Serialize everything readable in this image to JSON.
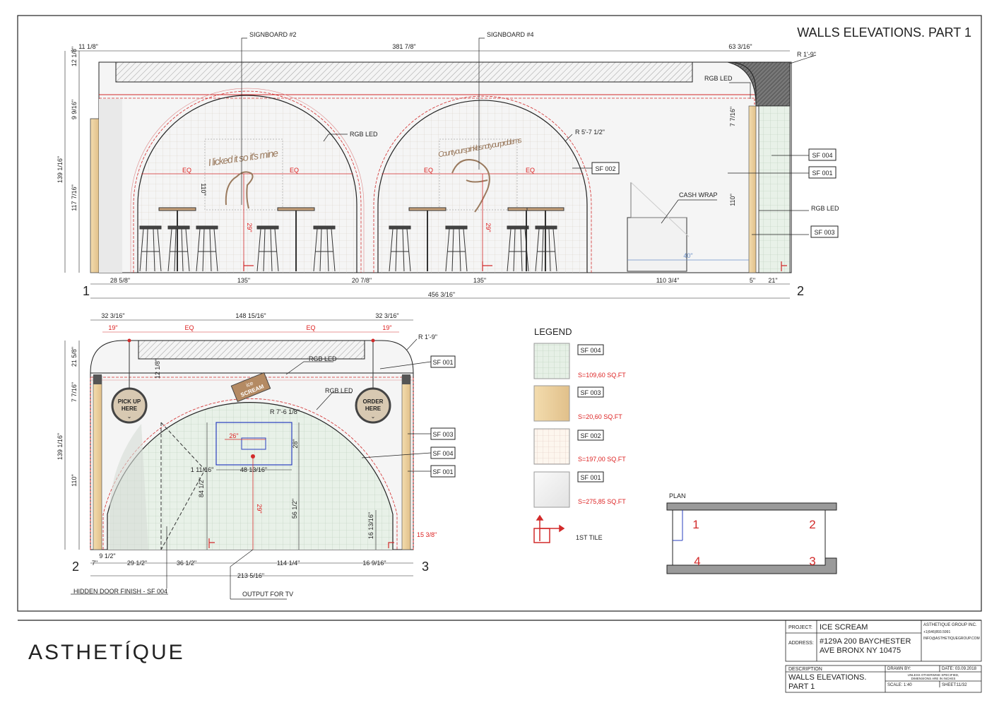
{
  "sheet_title": "WALLS ELEVATIONS. PART 1",
  "elevation1": {
    "signboard_a": "SIGNBOARD #2",
    "signboard_b": "SIGNBOARD #4",
    "neon_a": "I licked it so it's mine",
    "neon_b": "Count your sprinkles not your problems",
    "labels": {
      "rgb_led_arch": "RGB LED",
      "rgb_led_top": "RGB LED",
      "rgb_led_right": "RGB LED",
      "radius_arch": "R 5'-7 1/2\"",
      "radius_corner": "R 1'-9\"",
      "sf002": "SF 002",
      "sf004": "SF 004",
      "sf001": "SF 001",
      "sf003": "SF 003",
      "cash_wrap": "CASH WRAP",
      "eq": "EQ"
    },
    "dims": {
      "top_left": "11 1/8\"",
      "top_mid": "381 7/8\"",
      "top_right": "63 3/16\"",
      "left_1": "12 1/8\"",
      "left_2": "9 9/16\"",
      "left_3": "117 7/16\"",
      "left_total": "139 1/16\"",
      "arch_h": "110\"",
      "right_h": "110\"",
      "right_top": "7 7/16\"",
      "stool": "29\"",
      "counter": "40\"",
      "bot_1": "28 5/8\"",
      "bot_2": "135\"",
      "bot_3": "20 7/8\"",
      "bot_4": "135\"",
      "bot_5": "110 3/4\"",
      "bot_6": "5\"",
      "bot_7": "21\"",
      "bot_total": "456 3/16\""
    },
    "marker_left": "1",
    "marker_right": "2"
  },
  "elevation2": {
    "dims": {
      "top_1": "32 3/16\"",
      "top_2": "148 15/16\"",
      "top_3": "32 3/16\"",
      "red_19a": "19\"",
      "red_19b": "19\"",
      "eq": "EQ",
      "radius_corner": "R 1'-9\"",
      "radius_arch": "R 7'-6 1/8\"",
      "left_1": "21 5/8\"",
      "left_2": "7 7/16\"",
      "left_total": "139 1/16\"",
      "left_arch": "110\"",
      "beam": "12 1/8\"",
      "tv_w": "26\"",
      "tv_h": "28\"",
      "tv_frame": "48 13/16\"",
      "d_1_11": "1 11/16\"",
      "d_84": "84 1/2\"",
      "d_29": "29\"",
      "d_56": "56 1/2\"",
      "d_16": "16 13/16\"",
      "d_15": "15 3/8\"",
      "bot_1": "7\"",
      "bot_2": "9 1/2\"",
      "bot_3": "29 1/2\"",
      "bot_4": "36 1/2\"",
      "bot_5": "114 1/4\"",
      "bot_6": "16 9/16\"",
      "bot_total": "213 5/16\""
    },
    "labels": {
      "rgb_led_a": "RGB LED",
      "rgb_led_b": "RGB LED",
      "sf001_a": "SF 001",
      "sf003": "SF 003",
      "sf004": "SF 004",
      "sf001_b": "SF 001",
      "pickup_1": "PICK UP",
      "pickup_2": "HERE",
      "order_1": "ORDER",
      "order_2": "HERE",
      "logo_1": "ice",
      "logo_2": "SCREAM",
      "hidden_door": "HIDDEN DOOR FINISH - SF 004",
      "output_tv": "OUTPUT FOR TV"
    },
    "marker_left": "2",
    "marker_right": "3"
  },
  "legend": {
    "title": "LEGEND",
    "items": [
      {
        "code": "SF 004",
        "area": "S=109,60 SQ.FT",
        "color": "#e6f0e6"
      },
      {
        "code": "SF 003",
        "area": "S=20,60 SQ.FT",
        "color": "#e9cf9f"
      },
      {
        "code": "SF 002",
        "area": "S=197,00 SQ.FT",
        "color": "#fdf6ee"
      },
      {
        "code": "SF 001",
        "area": "S=275,85 SQ.FT",
        "color": "#efefef"
      }
    ],
    "first_tile": "1ST TILE"
  },
  "plan": {
    "title": "PLAN",
    "n1": "1",
    "n2": "2",
    "n3": "3",
    "n4": "4"
  },
  "titleblock": {
    "logo": "ASTHETÍQUE",
    "project_label": "PROJECT:",
    "project": "ICE SCREAM",
    "address_label": "ADDRESS:",
    "address_1": "#129A 200 BAYCHESTER",
    "address_2": "AVE BRONX NY 10475",
    "company": "ASTHETIQUE GROUP INC.",
    "phone": "+1(646)893.5991",
    "email": "INFO@ASTHETIQUEGROUP.COM",
    "description_label": "DESCRIPTION",
    "description_1": "WALLS ELEVATIONS.",
    "description_2": "PART 1",
    "drawn_by": "DRAWN BY:",
    "date": "DATE: 03.09.2018",
    "note_1": "UNLESS OTHERWISE SPECIFIED,",
    "note_2": "DIMENSIONS ARE IN INCHES",
    "scale": "SCALE:   1:40",
    "sheet": "SHEET:11/32"
  },
  "colors": {
    "accent_red": "#d22a2a",
    "tile_green": "#e6f0e6",
    "tile_cream": "#fdf6ee",
    "wood": "#e9cf9f",
    "wall_grey": "#efefef",
    "neon_brown": "#9a7a5e"
  }
}
